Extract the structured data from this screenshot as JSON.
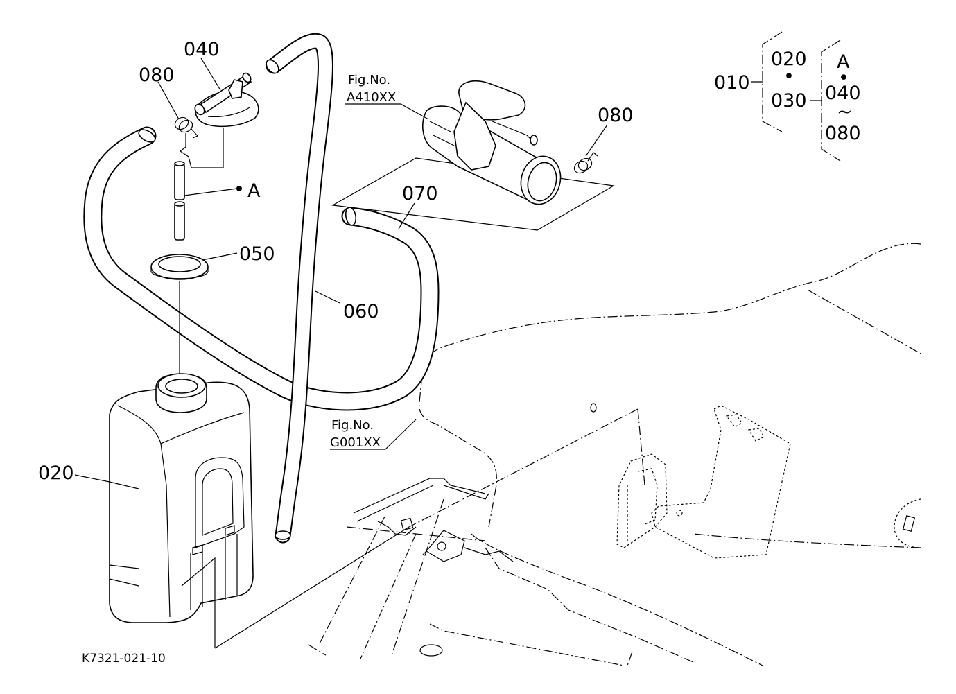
{
  "diagram": {
    "part_labels": {
      "p040": "040",
      "p080_left": "080",
      "pA": "A",
      "p050": "050",
      "p060": "060",
      "p070": "070",
      "p080_right": "080",
      "p020": "020"
    },
    "figure_refs": {
      "ref1_line1": "Fig.No.",
      "ref1_line2": "A410XX",
      "ref2_line1": "Fig.No.",
      "ref2_line2": "G001XX"
    },
    "legend": {
      "root": "010",
      "group1_top": "020",
      "group1_sep": "•",
      "group1_bottom": "030",
      "group2_top": "A",
      "group2_sep": "•",
      "group2_mid": "040",
      "group2_tilde": "~",
      "group2_bottom": "080"
    },
    "drawing_code": "K7321-021-10"
  }
}
